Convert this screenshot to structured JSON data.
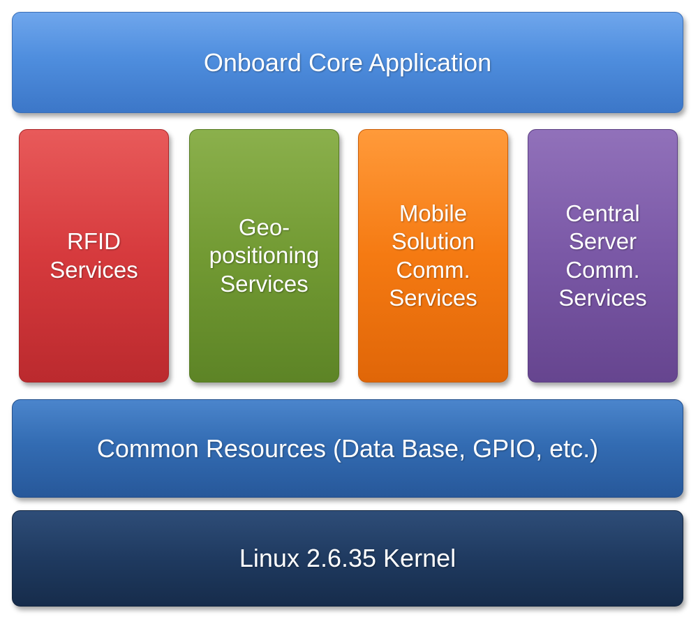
{
  "diagram": {
    "top_layer": {
      "label": "Onboard Core Application"
    },
    "services": [
      {
        "label": "RFID\nServices"
      },
      {
        "label": "Geo-\npositioning\nServices"
      },
      {
        "label": "Mobile\nSolution\nComm.\nServices"
      },
      {
        "label": "Central\nServer\nComm.\nServices"
      }
    ],
    "common_layer": {
      "label": "Common Resources (Data Base, GPIO, etc.)"
    },
    "kernel_layer": {
      "label": "Linux 2.6.35 Kernel"
    }
  },
  "colors": {
    "top_layer": "#4f8ede",
    "rfid": "#d63a3d",
    "geo": "#729a33",
    "mobile": "#f57a12",
    "central": "#7a58a6",
    "common_layer": "#336cb3",
    "kernel_layer": "#1f3a60"
  }
}
